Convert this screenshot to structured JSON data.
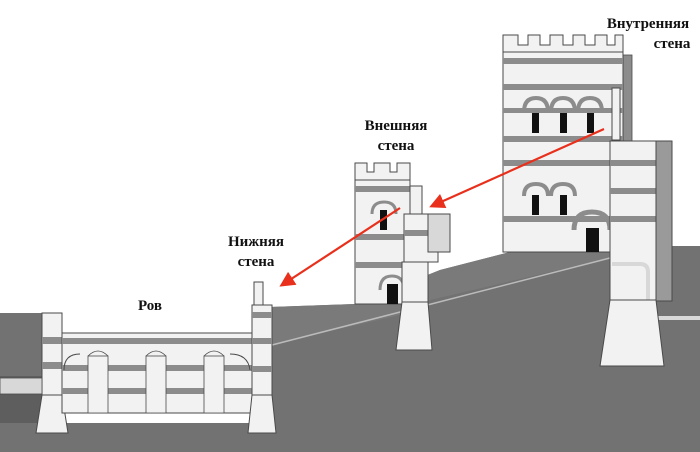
{
  "labels": {
    "moat": "Ров",
    "lower_wall_line1": "Нижняя",
    "lower_wall_line2": "стена",
    "outer_wall_line1": "Внешняя",
    "outer_wall_line2": "стена",
    "inner_wall_line1": "Внутренняя",
    "inner_wall_line2": "стена"
  },
  "colors": {
    "ground": "#727272",
    "ground_dark": "#5e5e5e",
    "masonry": "#f2f2f2",
    "masonry_shade": "#dcdcdc",
    "brick_band": "#8c8c8c",
    "outline": "#4a4a4a",
    "arrow": "#e8301c"
  }
}
